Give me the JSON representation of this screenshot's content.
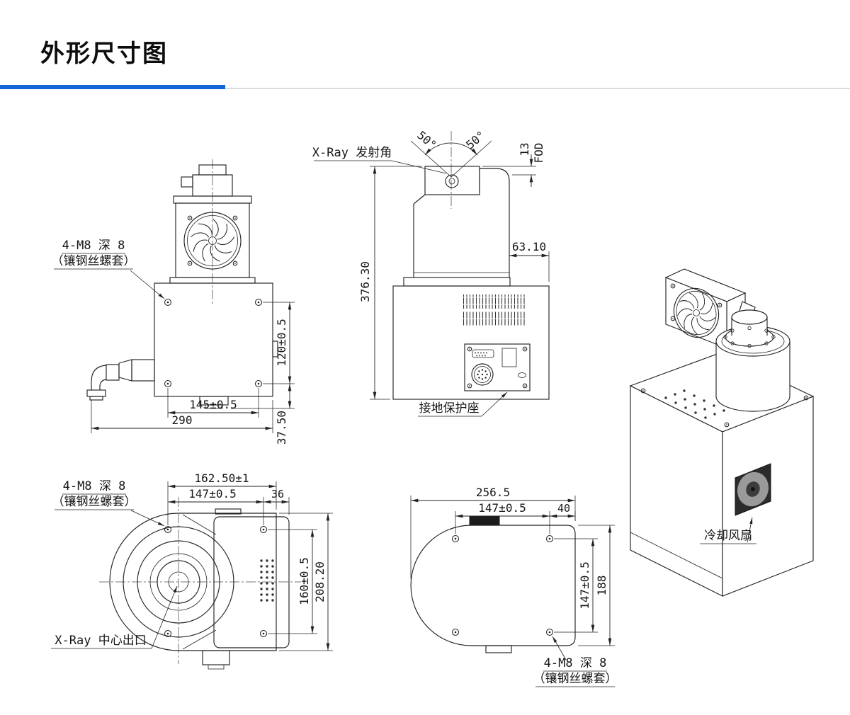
{
  "page": {
    "title": "外形尺寸图"
  },
  "colors": {
    "accent": "#1565d8",
    "line": "#222222"
  },
  "front_view": {
    "m8_label": "4-M8 深 8",
    "m8_sublabel": "（镶钢丝螺套）",
    "dim_holes_v": "120±0.5",
    "dim_bottom_v": "37.50",
    "dim_holes_h": "145±0.5",
    "dim_width": "290"
  },
  "side_view": {
    "emission_label": "X-Ray 发射角",
    "angle_left": "50°",
    "angle_right": "50°",
    "fod_dim": "13",
    "fod_label": "FOD",
    "dim_height": "376.30",
    "dim_offset": "63.10",
    "ground_label": "接地保护座"
  },
  "iso_view": {
    "fan_label": "冷却风扇"
  },
  "bottom_view_a": {
    "m8_label": "4-M8 深 8",
    "m8_sublabel": "（镶钢丝螺套）",
    "dim_total_h": "162.50±1",
    "dim_holes_h": "147±0.5",
    "dim_edge_h": "36",
    "dim_holes_v": "160±0.5",
    "dim_total_v": "208.20",
    "outlet_label": "X-Ray 中心出口"
  },
  "bottom_view_b": {
    "dim_total_h": "256.5",
    "dim_holes_h": "147±0.5",
    "dim_edge_h": "40",
    "dim_holes_v": "147±0.5",
    "dim_total_v": "188",
    "m8_label": "4-M8 深 8",
    "m8_sublabel": "（镶钢丝螺套）"
  }
}
